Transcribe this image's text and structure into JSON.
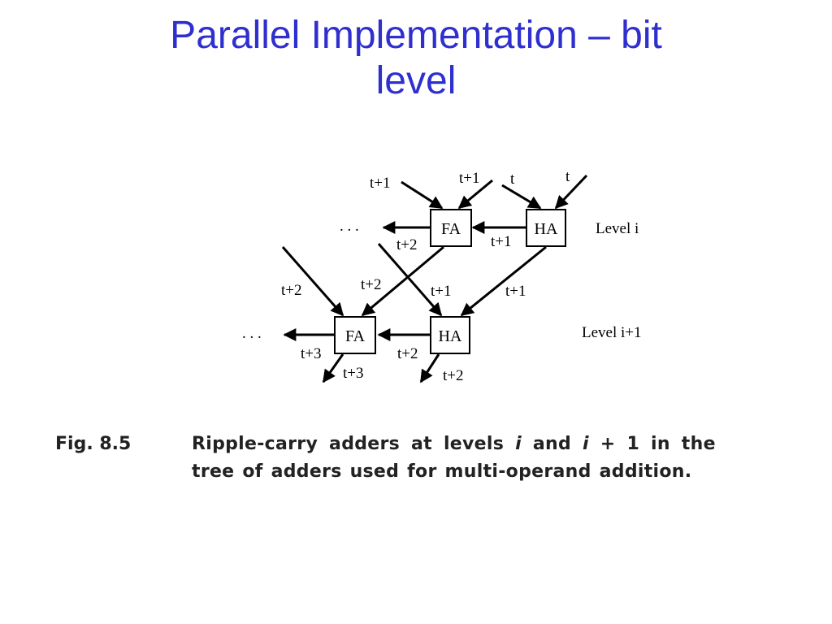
{
  "slide": {
    "title_line1": "Parallel Implementation – bit",
    "title_line2": "level"
  },
  "diagram": {
    "level_i_label": "Level i",
    "level_i1_label": "Level i+1",
    "ellipsis": ". . .",
    "boxes": {
      "fa_top": "FA",
      "ha_top": "HA",
      "fa_bottom": "FA",
      "ha_bottom": "HA"
    },
    "timing": {
      "top_in_left": "t+1",
      "top_in_mid": "t+1",
      "top_in_t1": "t",
      "top_in_t2": "t",
      "ha_to_fa_top": "t+1",
      "fa_top_sum": "t+2",
      "left_in_bottom": "t+2",
      "mid_in_bottom": "t+2",
      "diag_in_ha_bottom": "t+1",
      "ha_top_sum": "t+1",
      "fa_bottom_carry": "t+3",
      "fa_bottom_sum": "t+3",
      "ha_bottom_carry": "t+2",
      "ha_bottom_sum": "t+2"
    }
  },
  "caption": {
    "fig_number": "Fig. 8.5",
    "line1_a": "Ripple-carry adders at levels ",
    "line1_i": "i",
    "line1_b": " and ",
    "line1_i2": "i",
    "line1_c": " + 1 in the",
    "line2": "tree of adders used for multi-operand addition."
  },
  "colors": {
    "title": "#2f2fd0",
    "diagram": "#000000"
  }
}
